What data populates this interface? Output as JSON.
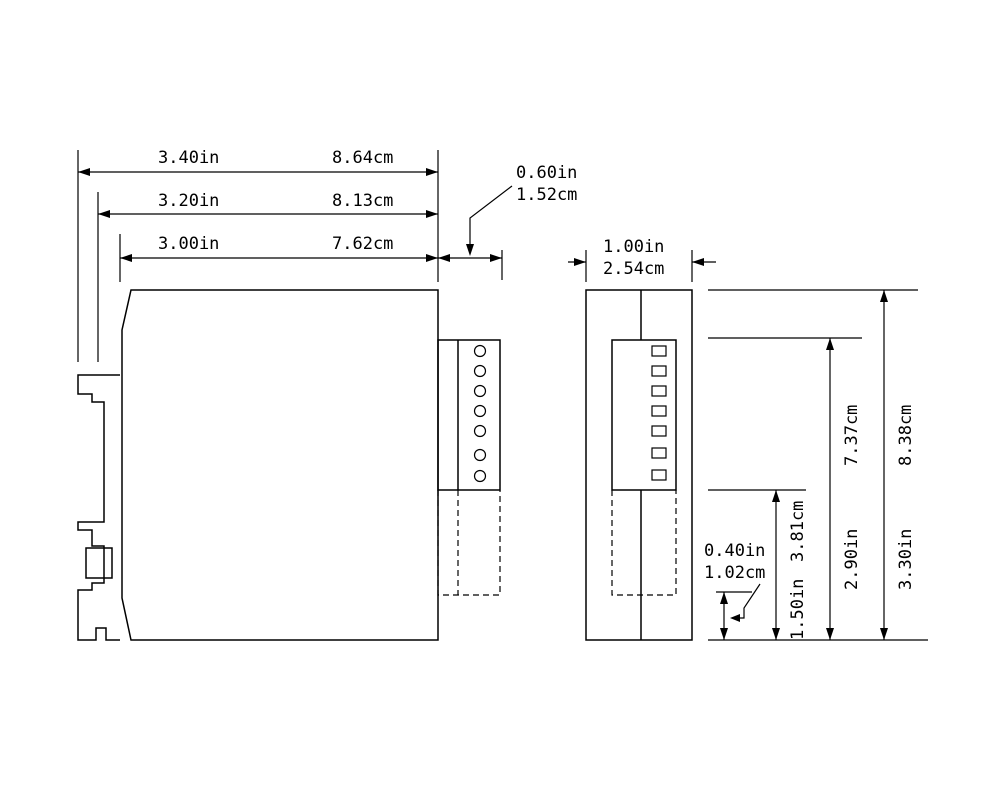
{
  "dims": {
    "overall_width": {
      "in": "3.40in",
      "cm": "8.64cm"
    },
    "body_width_rail": {
      "in": "3.20in",
      "cm": "8.13cm"
    },
    "body_width": {
      "in": "3.00in",
      "cm": "7.62cm"
    },
    "connector_depth": {
      "in": "0.60in",
      "cm": "1.52cm"
    },
    "module_width": {
      "in": "1.00in",
      "cm": "2.54cm"
    },
    "overall_height": {
      "in": "3.30in",
      "cm": "8.38cm"
    },
    "connector_top_height": {
      "in": "2.90in",
      "cm": "7.37cm"
    },
    "connector_bottom_height": {
      "in": "1.50in",
      "cm": "3.81cm"
    },
    "base_offset": {
      "in": "0.40in",
      "cm": "1.02cm"
    }
  }
}
